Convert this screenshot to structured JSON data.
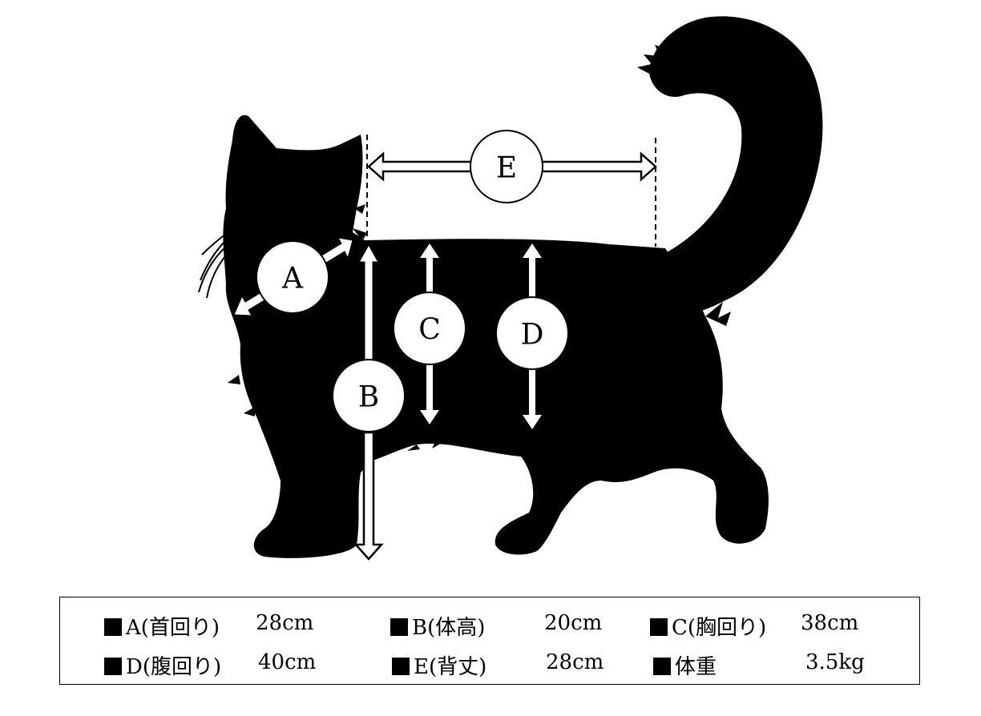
{
  "callouts": {
    "a": "A",
    "b": "B",
    "c": "C",
    "d": "D",
    "e": "E"
  },
  "legend": {
    "rows": [
      [
        {
          "label": "A(首回り)",
          "value": "28cm"
        },
        {
          "label": "B(体高)",
          "value": "20cm"
        },
        {
          "label": "C(胸回り)",
          "value": "38cm"
        }
      ],
      [
        {
          "label": "D(腹回り)",
          "value": "40cm"
        },
        {
          "label": "E(背丈)",
          "value": "28cm"
        },
        {
          "label": "体重",
          "value": "3.5kg"
        }
      ]
    ]
  },
  "colors": {
    "silhouette": "#000000",
    "arrow_fill": "#ffffff",
    "background": "#ffffff"
  }
}
